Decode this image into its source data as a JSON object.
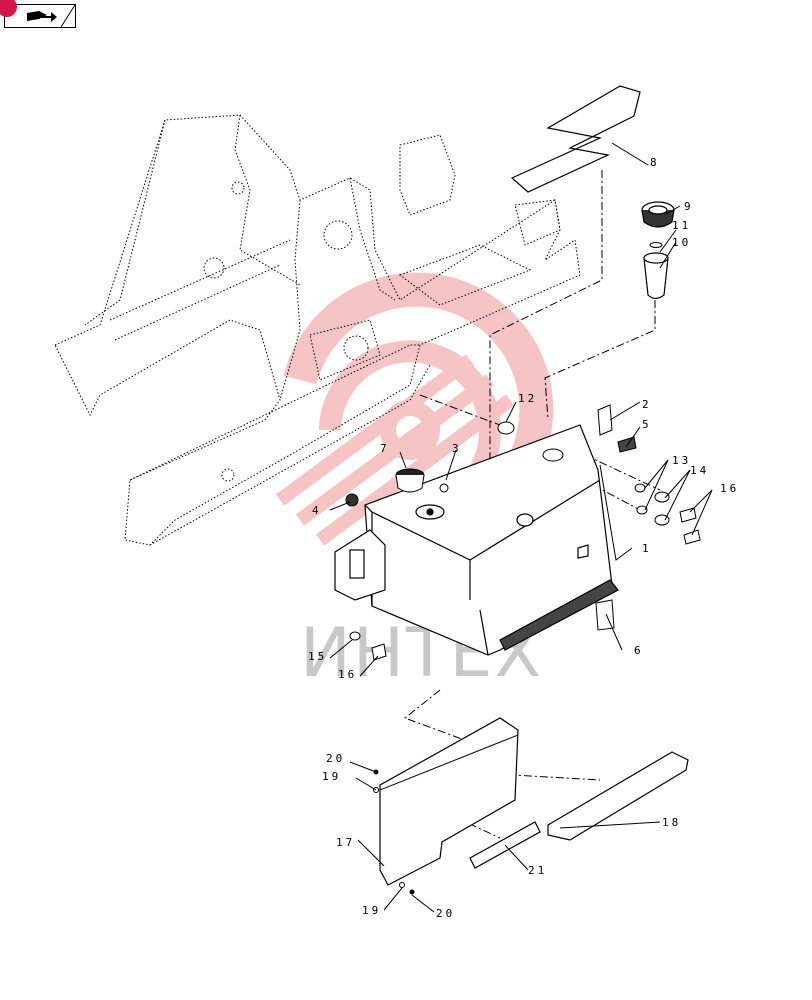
{
  "toolbar": {
    "badge_text": "",
    "icon": "book-arrow-icon"
  },
  "watermark": {
    "text": "ИНТЕХ",
    "color": "#e85a5a"
  },
  "callouts": [
    "1",
    "2",
    "3",
    "4",
    "5",
    "6",
    "7",
    "8",
    "9",
    "10",
    "11",
    "12",
    "13",
    "14",
    "15",
    "16",
    "16",
    "17",
    "18",
    "19",
    "19",
    "20",
    "20",
    "21"
  ]
}
